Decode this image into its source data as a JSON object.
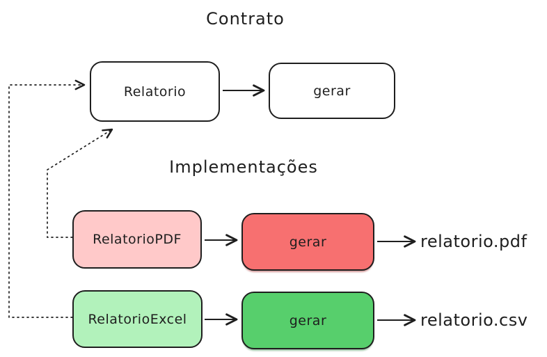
{
  "contract": {
    "title": "Contrato",
    "interface_label": "Relatorio",
    "method_label": "gerar"
  },
  "implementations": {
    "title": "Implementações",
    "pdf": {
      "class_label": "RelatorioPDF",
      "method_label": "gerar",
      "output_label": "relatorio.pdf"
    },
    "excel": {
      "class_label": "RelatorioExcel",
      "method_label": "gerar",
      "output_label": "relatorio.csv"
    }
  },
  "colors": {
    "stroke": "#1e1e1e",
    "pdf_class_fill": "#ffc9c9",
    "pdf_method_fill": "#f77070",
    "excel_class_fill": "#b2f2bb",
    "excel_method_fill": "#57cf6c",
    "background": "#ffffff"
  }
}
